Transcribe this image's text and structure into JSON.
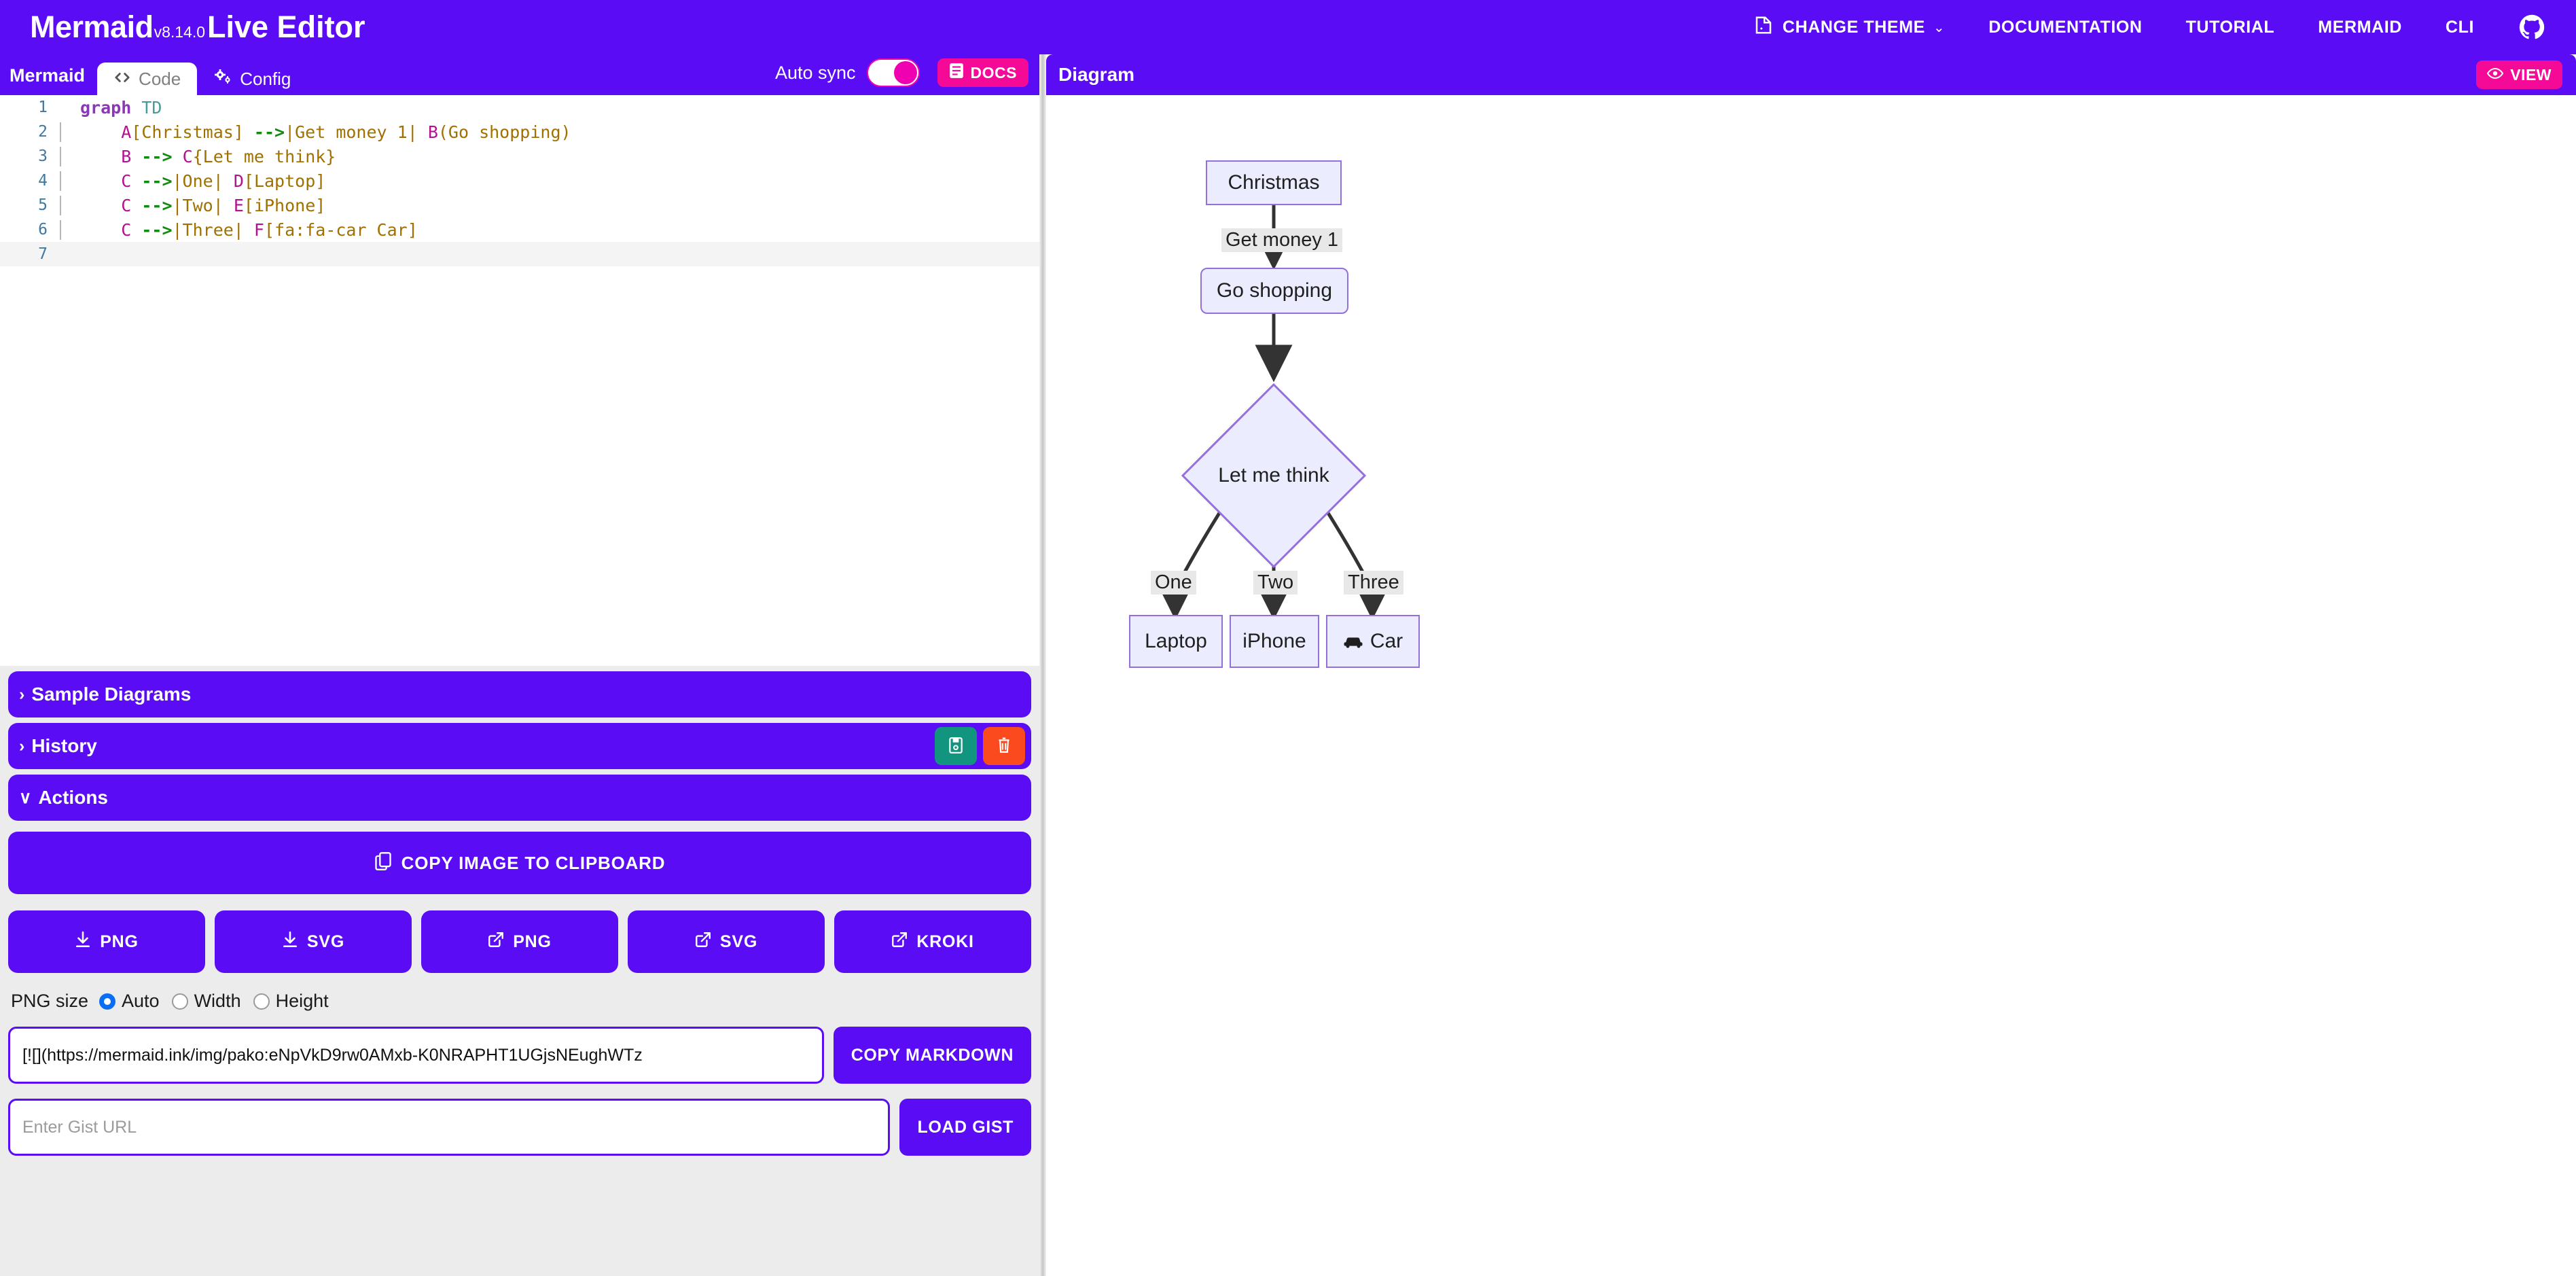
{
  "header": {
    "brand_name": "Mermaid",
    "brand_version": "v8.14.0",
    "brand_sub": "Live Editor",
    "nav": [
      {
        "label": "CHANGE THEME",
        "icon": "theme-icon",
        "caret": "⌄"
      },
      {
        "label": "DOCUMENTATION",
        "icon": "",
        "caret": ""
      },
      {
        "label": "TUTORIAL",
        "icon": "",
        "caret": ""
      },
      {
        "label": "MERMAID",
        "icon": "",
        "caret": ""
      },
      {
        "label": "CLI",
        "icon": "",
        "caret": ""
      }
    ],
    "github_icon": "github-icon"
  },
  "editor_panel": {
    "label": "Mermaid",
    "tabs": [
      {
        "label": "Code",
        "icon": "code-icon",
        "active": true
      },
      {
        "label": "Config",
        "icon": "gears-icon",
        "active": false
      }
    ],
    "auto_sync_label": "Auto sync",
    "auto_sync_on": true,
    "docs_label": "DOCS",
    "docs_icon": "book-icon"
  },
  "code": {
    "lines": [
      {
        "n": "1",
        "text": "graph TD"
      },
      {
        "n": "2",
        "text": "    A[Christmas] -->|Get money 1| B(Go shopping)"
      },
      {
        "n": "3",
        "text": "    B --> C{Let me think}"
      },
      {
        "n": "4",
        "text": "    C -->|One| D[Laptop]"
      },
      {
        "n": "5",
        "text": "    C -->|Two| E[iPhone]"
      },
      {
        "n": "6",
        "text": "    C -->|Three| F[fa:fa-car Car]"
      },
      {
        "n": "7",
        "text": ""
      }
    ]
  },
  "sections": {
    "sample_diagrams": {
      "label": "Sample Diagrams",
      "caret": "›",
      "expanded": false
    },
    "history": {
      "label": "History",
      "caret": "›",
      "expanded": false,
      "save_icon": "save-icon",
      "delete_icon": "trash-icon"
    },
    "actions": {
      "label": "Actions",
      "caret": "∨",
      "expanded": true
    }
  },
  "actions": {
    "copy_image_label": "COPY IMAGE TO CLIPBOARD",
    "copy_image_icon": "copy-icon",
    "buttons": [
      {
        "label": "PNG",
        "icon": "download-icon"
      },
      {
        "label": "SVG",
        "icon": "download-icon"
      },
      {
        "label": "PNG",
        "icon": "external-link-icon"
      },
      {
        "label": "SVG",
        "icon": "external-link-icon"
      },
      {
        "label": "KROKI",
        "icon": "external-link-icon"
      }
    ],
    "png_size": {
      "label": "PNG size",
      "options": [
        {
          "label": "Auto",
          "selected": true
        },
        {
          "label": "Width",
          "selected": false
        },
        {
          "label": "Height",
          "selected": false
        }
      ]
    },
    "markdown_value": "[![](https://mermaid.ink/img/pako:eNpVkD9rw0AMxb-K0NRAPHT1UGjsNEughWTz",
    "copy_markdown_label": "COPY MARKDOWN",
    "gist_placeholder": "Enter Gist URL",
    "gist_value": "",
    "load_gist_label": "LOAD GIST"
  },
  "diagram_panel": {
    "title": "Diagram",
    "view_label": "VIEW",
    "view_icon": "eye-icon"
  },
  "chart_data": {
    "type": "diagram",
    "diagram_kind": "flowchart",
    "direction": "TD",
    "nodes": [
      {
        "id": "A",
        "label": "Christmas",
        "shape": "rect"
      },
      {
        "id": "B",
        "label": "Go shopping",
        "shape": "round"
      },
      {
        "id": "C",
        "label": "Let me think",
        "shape": "diamond"
      },
      {
        "id": "D",
        "label": "Laptop",
        "shape": "rect"
      },
      {
        "id": "E",
        "label": "iPhone",
        "shape": "rect"
      },
      {
        "id": "F",
        "label": "Car",
        "shape": "rect",
        "icon": "car-icon"
      }
    ],
    "edges": [
      {
        "from": "A",
        "to": "B",
        "label": "Get money 1"
      },
      {
        "from": "B",
        "to": "C",
        "label": ""
      },
      {
        "from": "C",
        "to": "D",
        "label": "One"
      },
      {
        "from": "C",
        "to": "E",
        "label": "Two"
      },
      {
        "from": "C",
        "to": "F",
        "label": "Three"
      }
    ],
    "node_fill": "#ececff",
    "node_stroke": "#9370db",
    "edge_label_bg": "#e8e8e8"
  },
  "colors": {
    "brand_purple": "#5a0cf5",
    "pink": "#f50a98",
    "teal": "#12957e",
    "orange": "#fb4b1e"
  }
}
